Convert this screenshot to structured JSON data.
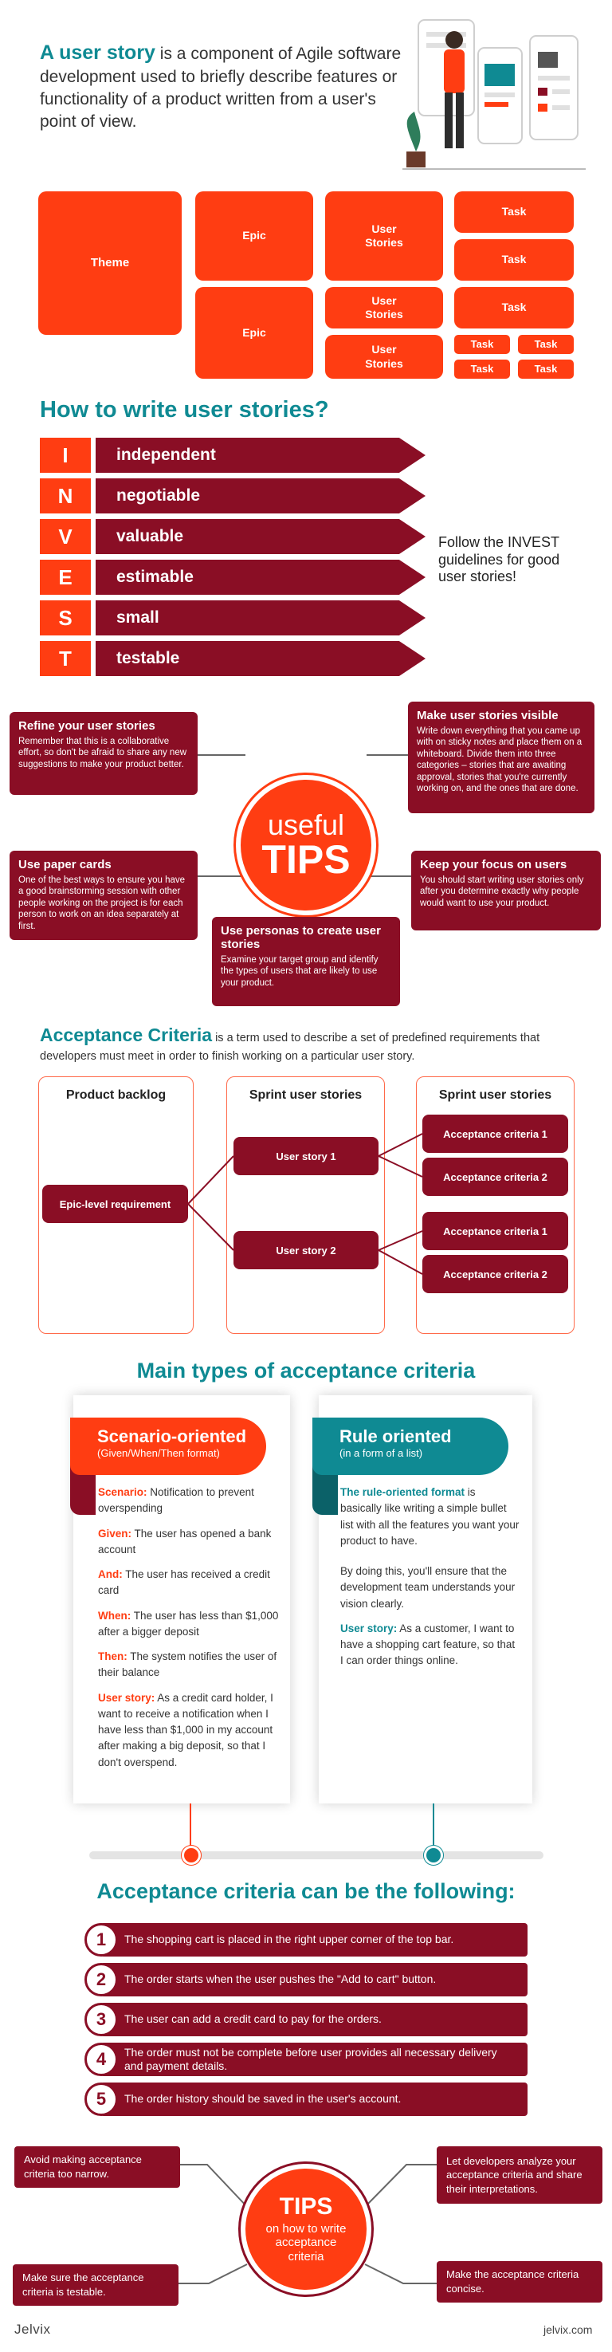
{
  "intro": {
    "term": "A user story",
    "rest": " is a component of Agile software development used to briefly describe features or functionality of a product written from a user's point of view."
  },
  "hierarchy": {
    "theme": "Theme",
    "epics": [
      "Epic",
      "Epic"
    ],
    "stories": [
      "User Stories",
      "User Stories",
      "User Stories"
    ],
    "tasks": [
      "Task",
      "Task",
      "Task",
      "Task",
      "Task",
      "Task",
      "Task"
    ]
  },
  "invest": {
    "title": "How to write user stories?",
    "rows": [
      {
        "letter": "I",
        "word": "independent"
      },
      {
        "letter": "N",
        "word": "negotiable"
      },
      {
        "letter": "V",
        "word": "valuable"
      },
      {
        "letter": "E",
        "word": "estimable"
      },
      {
        "letter": "S",
        "word": "small"
      },
      {
        "letter": "T",
        "word": "testable"
      }
    ],
    "note": "Follow the INVEST guidelines for good user stories!"
  },
  "tips": {
    "center_top": "useful",
    "center_bottom": "TIPS",
    "items": [
      {
        "title": "Refine your user stories",
        "text": "Remember that this is a collaborative effort, so don't be afraid to share any new suggestions to make your product better."
      },
      {
        "title": "Make user stories visible",
        "text": "Write down everything that you came up with on sticky notes and place them on a whiteboard. Divide them into three categories – stories that are awaiting approval, stories that you're currently working on, and the ones that are done."
      },
      {
        "title": "Use paper cards",
        "text": "One of the best ways to ensure you have a good brainstorming session with other people working on the project is for each person to work on an idea separately at first."
      },
      {
        "title": "Keep your focus on users",
        "text": "You should start writing user stories only after you determine exactly why people would want to use your product."
      },
      {
        "title": "Use personas to create user stories",
        "text": "Examine your target group and identify the types of users that are likely to use your product."
      }
    ]
  },
  "acceptance": {
    "term": "Acceptance Criteria",
    "rest": " is a term used to describe a set of predefined requirements that developers must meet in order to finish working on a particular user story.",
    "col1": "Product backlog",
    "col2": "Sprint user stories",
    "col3": "Sprint user stories",
    "epic": "Epic-level requirement",
    "stories": [
      "User story 1",
      "User story 2"
    ],
    "criteria": [
      "Acceptance criteria 1",
      "Acceptance criteria 2",
      "Acceptance criteria 1",
      "Acceptance criteria 2"
    ]
  },
  "types": {
    "title": "Main types of acceptance criteria",
    "scenario": {
      "title": "Scenario-oriented",
      "sub": "(Given/When/Then format)",
      "lines": [
        {
          "label": "Scenario:",
          "text": " Notification to prevent overspending"
        },
        {
          "label": "Given:",
          "text": " The user has opened a bank account"
        },
        {
          "label": "And:",
          "text": " The user has received a credit card"
        },
        {
          "label": "When:",
          "text": " The user has less than $1,000 after a bigger deposit"
        },
        {
          "label": "Then:",
          "text": " The system notifies the user of their balance"
        },
        {
          "label": "User story:",
          "text": " As a credit card holder, I want to receive a notification when I have less than $1,000 in my account after making a big deposit, so that I don't overspend."
        }
      ]
    },
    "rule": {
      "title": "Rule oriented",
      "sub": "(in a form of a list)",
      "p1_label": "The rule-oriented format",
      "p1_text": " is basically like writing a simple bullet list with all the features you want your product to have.",
      "p2": "By doing this, you'll ensure that the development team understands your vision clearly.",
      "p3_label": "User story:",
      "p3_text": " As a customer, I want to have a shopping cart feature, so that I can order things online."
    }
  },
  "following": {
    "title": "Acceptance criteria can be the following:",
    "items": [
      {
        "n": "1",
        "text": "The shopping cart is placed in the right upper corner of the top bar."
      },
      {
        "n": "2",
        "text": "The order starts when the user pushes the \"Add to cart\" button."
      },
      {
        "n": "3",
        "text": "The user can add a credit card to pay for the orders."
      },
      {
        "n": "4",
        "text": "The order must not be complete before user provides all necessary delivery and payment details."
      },
      {
        "n": "5",
        "text": "The order history should be saved in the user's account."
      }
    ]
  },
  "tips2": {
    "center_big": "TIPS",
    "center_small": "on how to write acceptance criteria",
    "items": [
      "Avoid making acceptance criteria too narrow.",
      "Let developers analyze your acceptance criteria and share their interpretations.",
      "Make sure the acceptance criteria is testable.",
      "Make the acceptance criteria concise."
    ]
  },
  "footer": {
    "brand": "Jelvix",
    "site": "jelvix.com"
  },
  "colors": {
    "red": "#ff3d12",
    "maroon": "#8a0e25",
    "teal": "#0f8a93"
  }
}
